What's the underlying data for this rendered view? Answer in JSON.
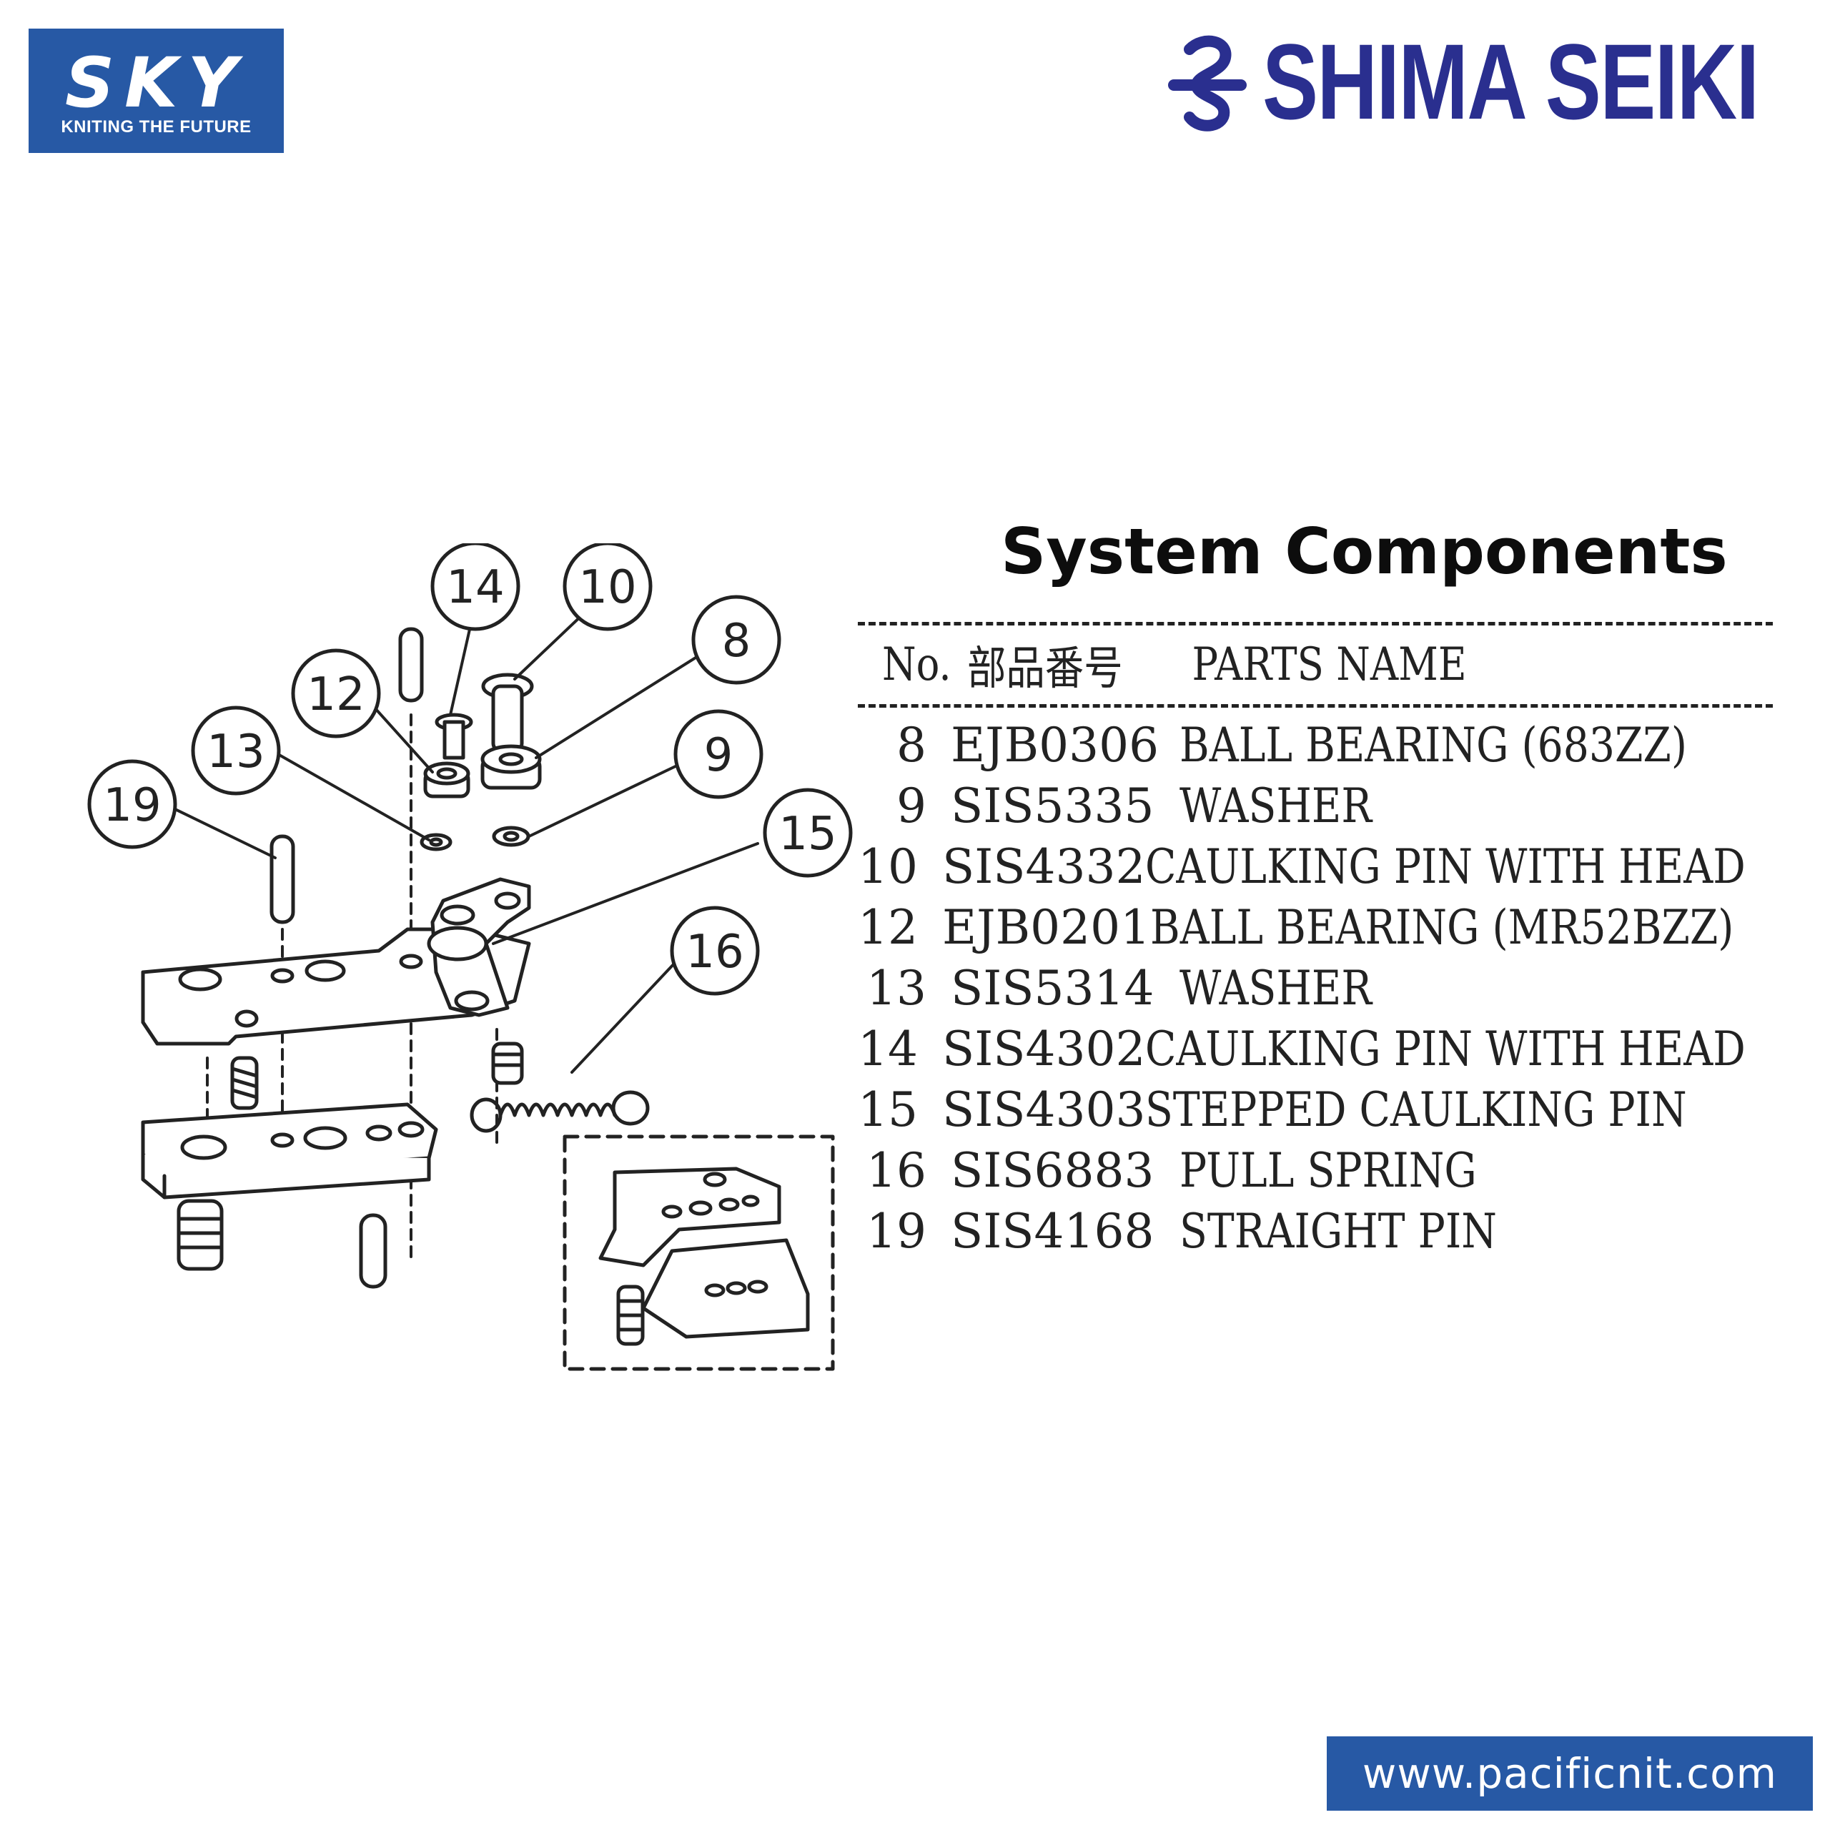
{
  "brand": {
    "sky_word": "SKY",
    "sky_tagline": "KNITING THE FUTURE",
    "shima_word": "SHIMA SEIKI",
    "sky_color": "#2759a5",
    "shima_color": "#2a2f8f"
  },
  "title": "System Components",
  "table": {
    "headers": {
      "no": "No.",
      "part_code": "部品番号",
      "parts_name": "PARTS NAME"
    },
    "rows": [
      {
        "no": "8",
        "code": "EJB0306",
        "name": "BALL BEARING (683ZZ)"
      },
      {
        "no": "9",
        "code": "SIS5335",
        "name": "WASHER"
      },
      {
        "no": "10",
        "code": "SIS4332",
        "name": "CAULKING PIN WITH HEAD"
      },
      {
        "no": "12",
        "code": "EJB0201",
        "name": "BALL BEARING (MR52BZZ)"
      },
      {
        "no": "13",
        "code": "SIS5314",
        "name": "WASHER"
      },
      {
        "no": "14",
        "code": "SIS4302",
        "name": "CAULKING PIN WITH HEAD"
      },
      {
        "no": "15",
        "code": "SIS4303",
        "name": "STEPPED CAULKING PIN"
      },
      {
        "no": "16",
        "code": "SIS6883",
        "name": "PULL SPRING"
      },
      {
        "no": "19",
        "code": "SIS4168",
        "name": "STRAIGHT PIN"
      }
    ]
  },
  "diagram": {
    "callouts": [
      "14",
      "10",
      "8",
      "12",
      "13",
      "9",
      "19",
      "15",
      "16"
    ]
  },
  "footer": {
    "url": "www.pacificnit.com"
  }
}
